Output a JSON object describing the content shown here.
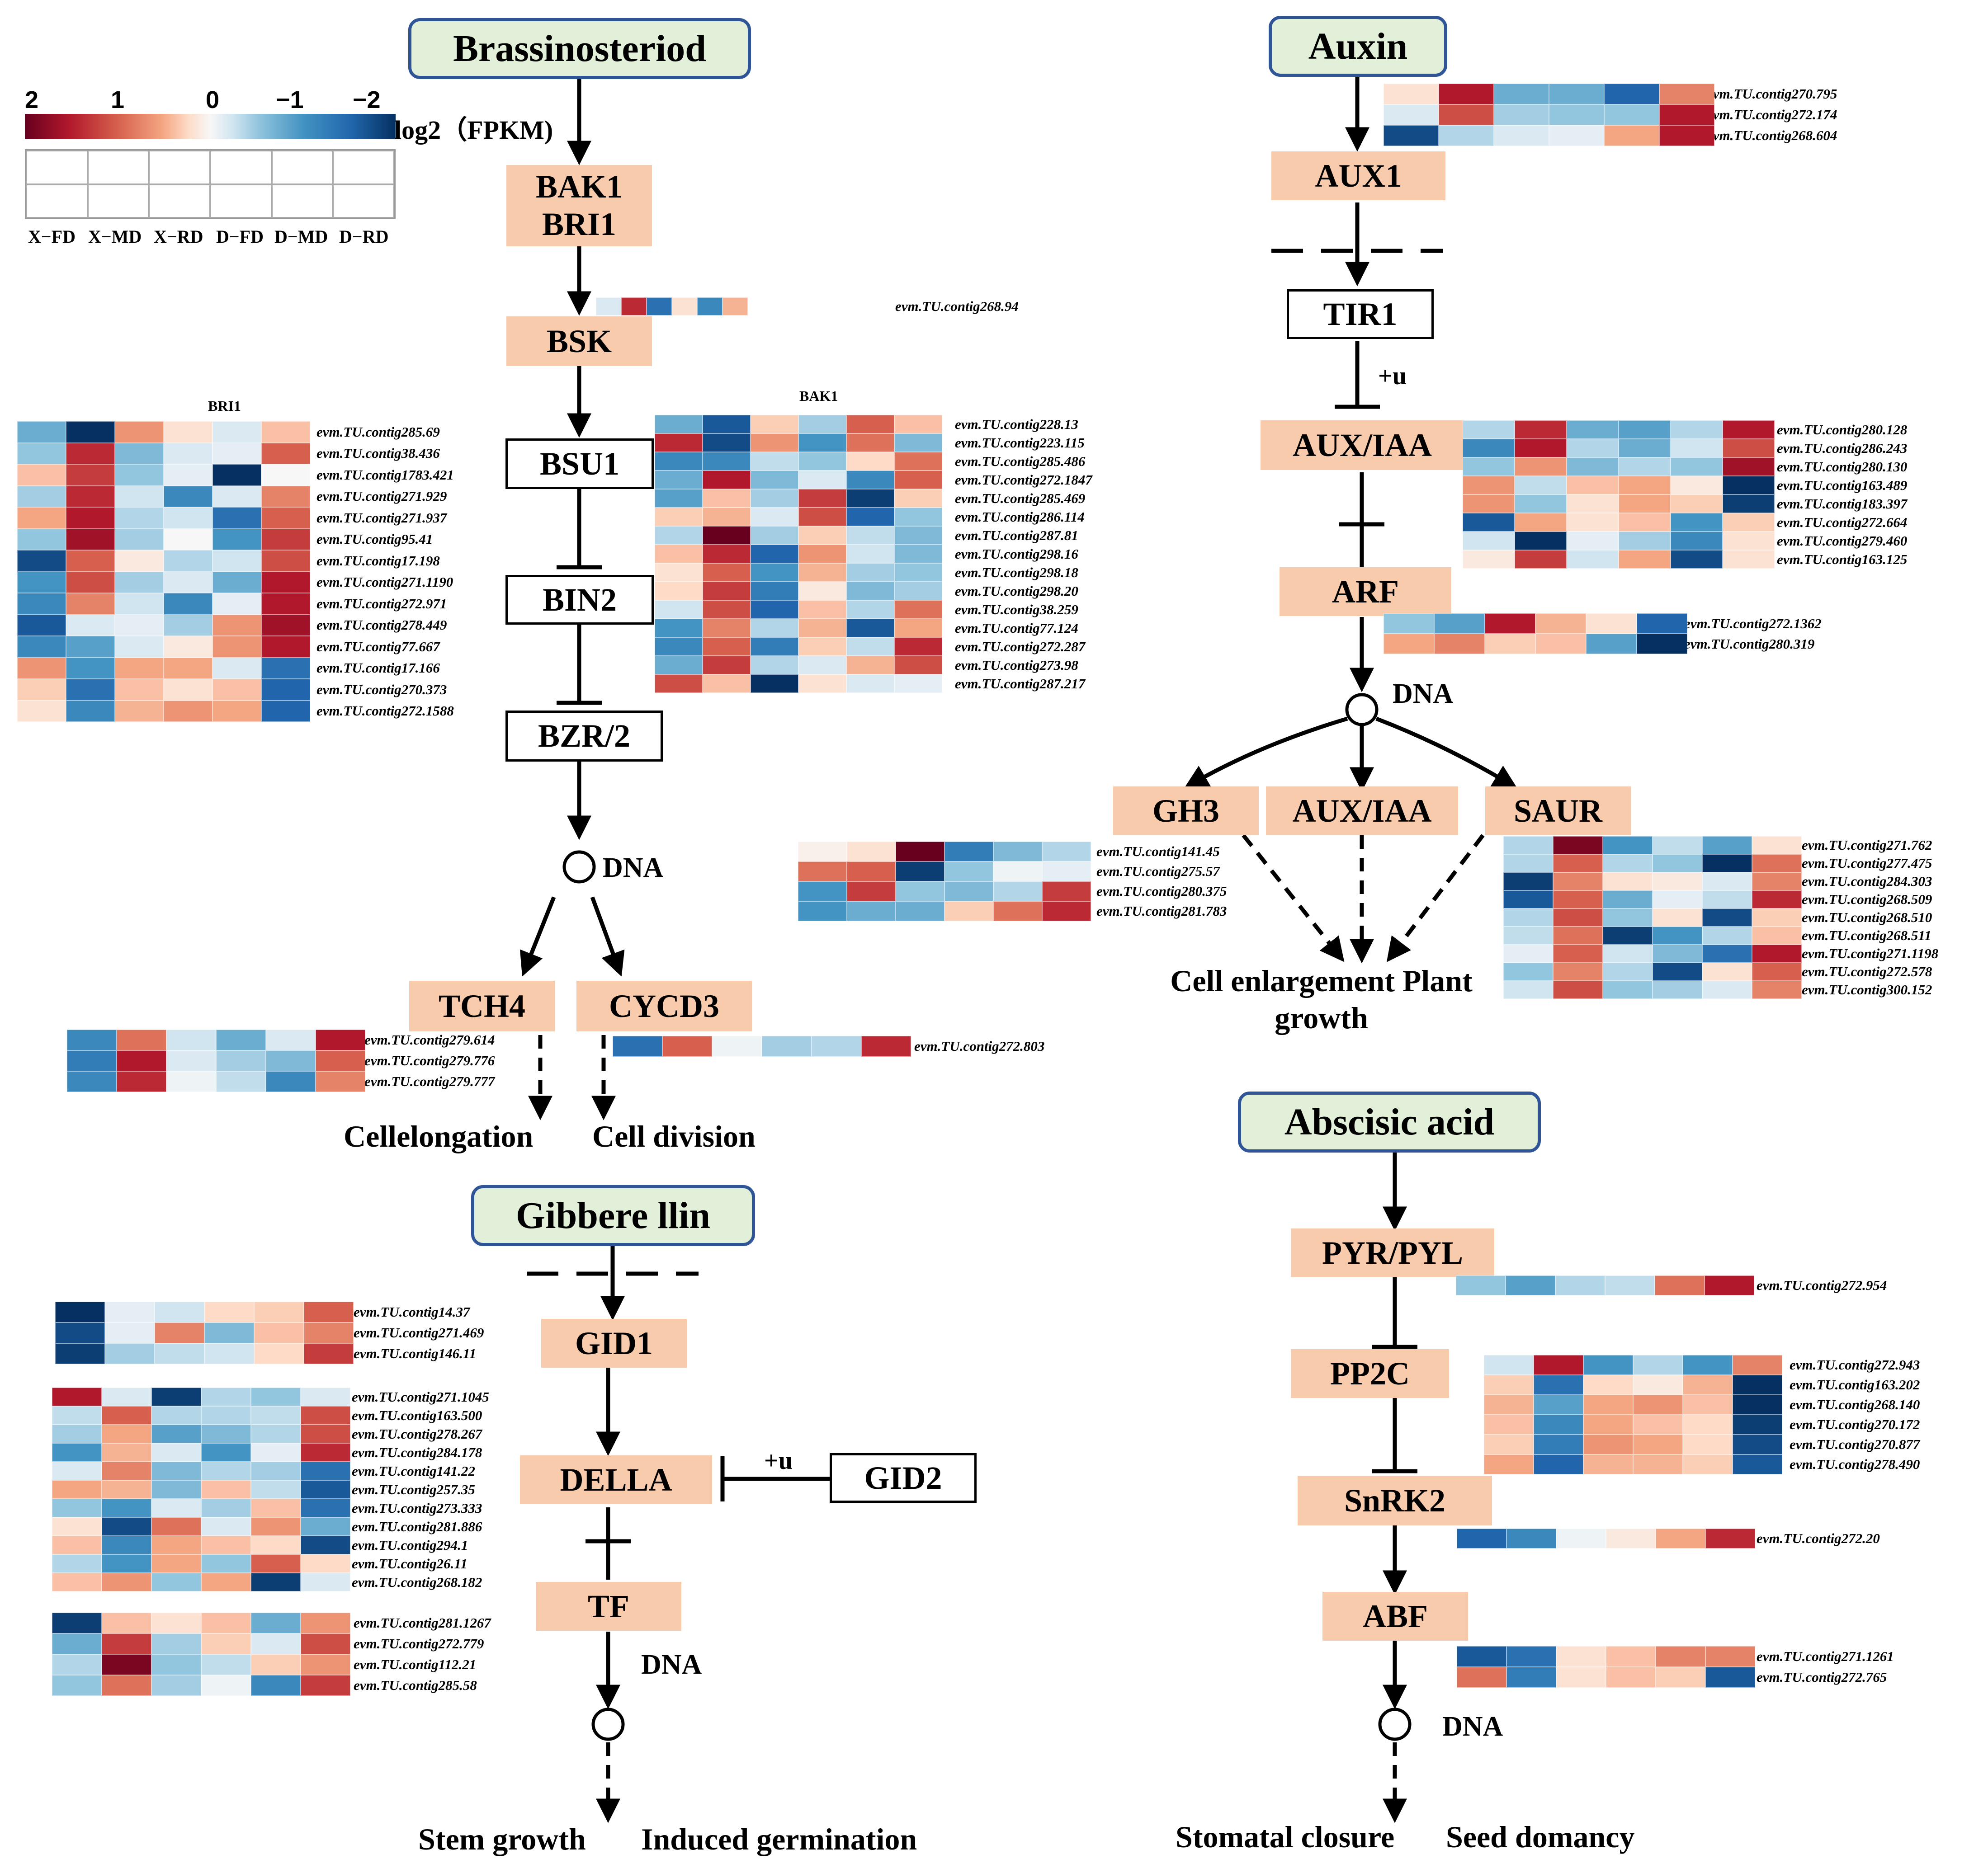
{
  "legend": {
    "ticks": [
      "2",
      "1",
      "0",
      "−1",
      "−2"
    ],
    "unit": "log2（FPKM)",
    "columns": [
      "X−FD",
      "X−MD",
      "X−RD",
      "D−FD",
      "D−MD",
      "D−RD"
    ]
  },
  "pathways": {
    "brassinosteroid": {
      "title": "Brassinosteriod",
      "genes": [
        "BAK1",
        "BRI1",
        "BSK",
        "BSU1",
        "BIN2",
        "BZR/2",
        "TCH4",
        "CYCD3"
      ],
      "dna": "DNA",
      "outcomes": [
        "Cellelongation",
        "Cell division"
      ]
    },
    "auxin": {
      "title": "Auxin",
      "genes": [
        "AUX1",
        "TIR1",
        "AUX/IAA",
        "ARF",
        "GH3",
        "AUX/IAA",
        "SAUR"
      ],
      "ubiquitin": "+u",
      "dna": "DNA",
      "outcome": "Cell enlargement Plant growth"
    },
    "gibberellin": {
      "title": "Gibbere llin",
      "genes": [
        "GID1",
        "DELLA",
        "GID2",
        "TF"
      ],
      "ubiquitin": "+u",
      "dna": "DNA",
      "outcomes": [
        "Stem growth",
        "Induced germination"
      ]
    },
    "abscisic_acid": {
      "title": "Abscisic acid",
      "genes": [
        "PYR/PYL",
        "PP2C",
        "SnRK2",
        "ABF"
      ],
      "dna": "DNA",
      "outcomes": [
        "Stomatal closure",
        "Seed domancy"
      ]
    }
  },
  "heatmaps": [
    {
      "id": "bsk",
      "title": "",
      "labels": [
        "evm.TU.contig268.94"
      ],
      "values": [
        [
          -0.3,
          1.5,
          -1.5,
          0.3,
          -1.3,
          0.7
        ]
      ]
    },
    {
      "id": "bri1",
      "title": "BRI1",
      "labels": [
        "evm.TU.contig285.69",
        "evm.TU.contig38.436",
        "evm.TU.contig1783.421",
        "evm.TU.contig271.929",
        "evm.TU.contig271.937",
        "evm.TU.contig95.41",
        "evm.TU.contig17.198",
        "evm.TU.contig271.1190",
        "evm.TU.contig272.971",
        "evm.TU.contig278.449",
        "evm.TU.contig77.667",
        "evm.TU.contig17.166",
        "evm.TU.contig270.373",
        "evm.TU.contig272.1588"
      ],
      "values": [
        [
          -1.0,
          -2.0,
          0.9,
          0.3,
          -0.3,
          0.6
        ],
        [
          -0.8,
          1.5,
          -0.9,
          -0.3,
          -0.2,
          1.2
        ],
        [
          0.6,
          1.4,
          -0.8,
          -0.2,
          -2.0,
          0.0
        ],
        [
          -0.7,
          1.5,
          -0.4,
          -1.3,
          -0.3,
          1.0
        ],
        [
          0.8,
          1.6,
          -0.6,
          -0.4,
          -1.5,
          1.2
        ],
        [
          -0.8,
          1.7,
          -0.7,
          0.0,
          -1.2,
          1.4
        ],
        [
          -1.8,
          1.2,
          0.2,
          -0.6,
          -0.4,
          1.3
        ],
        [
          -1.2,
          1.3,
          -0.7,
          -0.3,
          -1.0,
          1.6
        ],
        [
          -1.3,
          1.0,
          -0.4,
          -1.3,
          -0.2,
          1.6
        ],
        [
          -1.7,
          -0.3,
          -0.2,
          -0.7,
          0.9,
          1.7
        ],
        [
          -1.3,
          -1.1,
          -0.3,
          0.2,
          0.9,
          1.6
        ],
        [
          0.9,
          -1.2,
          0.8,
          0.8,
          -0.3,
          -1.5
        ],
        [
          0.5,
          -1.5,
          0.6,
          0.3,
          0.6,
          -1.6
        ],
        [
          0.3,
          -1.3,
          0.7,
          0.9,
          0.8,
          -1.6
        ]
      ]
    },
    {
      "id": "bak1",
      "title": "BAK1",
      "labels": [
        "evm.TU.contig228.13",
        "evm.TU.contig223.115",
        "evm.TU.contig285.486",
        "evm.TU.contig272.1847",
        "evm.TU.contig285.469",
        "evm.TU.contig286.114",
        "evm.TU.contig287.81",
        "evm.TU.contig298.16",
        "evm.TU.contig298.18",
        "evm.TU.contig298.20",
        "evm.TU.contig38.259",
        "evm.TU.contig77.124",
        "evm.TU.contig272.287",
        "evm.TU.contig273.98",
        "evm.TU.contig287.217"
      ],
      "values": [
        [
          -1.0,
          -1.7,
          0.5,
          -0.7,
          1.2,
          0.6
        ],
        [
          1.5,
          -1.8,
          0.9,
          -1.2,
          1.1,
          -0.9
        ],
        [
          -1.3,
          -1.3,
          -0.5,
          -0.8,
          0.4,
          1.1
        ],
        [
          -1.0,
          1.6,
          -0.9,
          -0.3,
          -1.3,
          1.2
        ],
        [
          -1.1,
          0.6,
          -0.7,
          1.4,
          -1.9,
          0.5
        ],
        [
          0.5,
          0.7,
          -0.3,
          1.3,
          -1.6,
          -0.8
        ],
        [
          -0.6,
          2.0,
          -0.7,
          0.5,
          -0.5,
          -0.9
        ],
        [
          0.6,
          1.5,
          -1.6,
          0.9,
          -0.4,
          -0.9
        ],
        [
          0.3,
          1.2,
          -1.2,
          0.7,
          -0.7,
          -0.8
        ],
        [
          0.4,
          1.4,
          -1.4,
          0.2,
          -0.9,
          -0.7
        ],
        [
          -0.4,
          1.3,
          -1.6,
          0.6,
          -0.6,
          1.1
        ],
        [
          -1.2,
          1.0,
          -0.6,
          0.7,
          -1.7,
          0.8
        ],
        [
          -1.3,
          1.2,
          -1.4,
          0.5,
          -0.5,
          1.5
        ],
        [
          -1.0,
          1.4,
          -0.6,
          -0.3,
          0.7,
          1.3
        ],
        [
          1.3,
          0.6,
          -2.0,
          0.3,
          -0.3,
          -0.2
        ]
      ]
    },
    {
      "id": "tch4",
      "title": "",
      "labels": [
        "evm.TU.contig279.614",
        "evm.TU.contig279.776",
        "evm.TU.contig279.777"
      ],
      "values": [
        [
          -1.3,
          1.1,
          -0.4,
          -1.0,
          -0.3,
          1.6
        ],
        [
          -1.4,
          1.6,
          -0.3,
          -0.7,
          -0.9,
          1.2
        ],
        [
          -1.3,
          1.5,
          -0.1,
          -0.5,
          -1.3,
          1.0
        ]
      ]
    },
    {
      "id": "cycd3",
      "title": "",
      "labels": [
        "evm.TU.contig272.803"
      ],
      "values": [
        [
          -1.5,
          1.2,
          -0.1,
          -0.7,
          -0.6,
          1.5
        ]
      ]
    },
    {
      "id": "aux1",
      "title": "",
      "labels": [
        "evm.TU.contig270.795",
        "evm.TU.contig272.174",
        "evm.TU.contig268.604"
      ],
      "values": [
        [
          0.3,
          1.6,
          -1.0,
          -1.0,
          -1.6,
          1.0
        ],
        [
          -0.3,
          1.3,
          -0.7,
          -0.8,
          -0.8,
          1.6
        ],
        [
          -1.8,
          -0.6,
          -0.3,
          -0.2,
          0.8,
          1.6
        ]
      ]
    },
    {
      "id": "auxiaa1",
      "title": "",
      "labels": [
        "evm.TU.contig280.128",
        "evm.TU.contig286.243",
        "evm.TU.contig280.130",
        "evm.TU.contig163.489",
        "evm.TU.contig183.397",
        "evm.TU.contig272.664",
        "evm.TU.contig279.460",
        "evm.TU.contig163.125"
      ],
      "values": [
        [
          -0.6,
          1.5,
          -1.0,
          -1.1,
          -0.6,
          1.6
        ],
        [
          -1.3,
          1.6,
          -0.6,
          -1.0,
          -0.4,
          1.3
        ],
        [
          -0.8,
          0.9,
          -0.9,
          -0.6,
          -0.8,
          1.7
        ],
        [
          0.9,
          -0.5,
          0.6,
          0.8,
          0.2,
          -2.0
        ],
        [
          0.9,
          -0.8,
          0.3,
          0.8,
          0.5,
          -1.9
        ],
        [
          -1.7,
          0.8,
          0.3,
          0.6,
          -1.2,
          0.5
        ],
        [
          -0.4,
          -2.0,
          -0.2,
          -0.7,
          -1.3,
          0.3
        ],
        [
          0.2,
          1.4,
          -0.4,
          0.8,
          -1.8,
          0.3
        ]
      ]
    },
    {
      "id": "arf",
      "title": "",
      "labels": [
        "evm.TU.contig272.1362",
        "evm.TU.contig280.319"
      ],
      "values": [
        [
          -0.8,
          -1.1,
          1.6,
          0.7,
          0.3,
          -1.6
        ],
        [
          0.8,
          1.0,
          0.5,
          0.6,
          -1.1,
          -2.0
        ]
      ]
    },
    {
      "id": "gh3",
      "title": "",
      "labels": [
        "evm.TU.contig141.45",
        "evm.TU.contig275.57",
        "evm.TU.contig280.375",
        "evm.TU.contig281.783"
      ],
      "values": [
        [
          0.1,
          0.3,
          2.0,
          -1.4,
          -0.9,
          -0.6
        ],
        [
          1.1,
          1.2,
          -1.9,
          -0.8,
          -0.1,
          -0.2
        ],
        [
          -1.2,
          1.4,
          -0.8,
          -0.9,
          -0.6,
          1.4
        ],
        [
          -1.2,
          -1.0,
          -1.0,
          0.5,
          1.1,
          1.5
        ]
      ]
    },
    {
      "id": "saur",
      "title": "",
      "labels": [
        "evm.TU.contig271.762",
        "evm.TU.contig277.475",
        "evm.TU.contig284.303",
        "evm.TU.contig268.509",
        "evm.TU.contig268.510",
        "evm.TU.contig268.511",
        "evm.TU.contig271.1198",
        "evm.TU.contig272.578",
        "evm.TU.contig300.152"
      ],
      "values": [
        [
          -0.6,
          1.9,
          -1.2,
          -0.5,
          -1.1,
          0.3
        ],
        [
          -0.6,
          1.2,
          -0.6,
          -0.8,
          -2.0,
          1.1
        ],
        [
          -1.9,
          1.0,
          0.3,
          0.2,
          -0.3,
          1.0
        ],
        [
          -1.7,
          1.2,
          -1.0,
          -0.2,
          -0.5,
          1.5
        ],
        [
          -0.6,
          1.3,
          -0.8,
          0.3,
          -1.8,
          0.5
        ],
        [
          -0.5,
          1.1,
          -1.9,
          -1.2,
          -0.6,
          0.6
        ],
        [
          -0.2,
          1.2,
          -0.4,
          -0.9,
          -1.5,
          1.6
        ],
        [
          -0.8,
          1.0,
          -0.6,
          -1.8,
          0.3,
          1.2
        ],
        [
          -0.4,
          1.3,
          -0.8,
          -0.7,
          -0.3,
          1.0
        ]
      ]
    },
    {
      "id": "gid1a",
      "title": "",
      "labels": [
        "evm.TU.contig14.37",
        "evm.TU.contig271.469",
        "evm.TU.contig146.11"
      ],
      "values": [
        [
          -2.0,
          -0.2,
          -0.4,
          0.4,
          0.5,
          1.2
        ],
        [
          -1.8,
          -0.2,
          1.0,
          -0.9,
          0.6,
          1.0
        ],
        [
          -1.9,
          -0.7,
          -0.5,
          -0.4,
          0.4,
          1.4
        ]
      ]
    },
    {
      "id": "della",
      "title": "",
      "labels": [
        "evm.TU.contig271.1045",
        "evm.TU.contig163.500",
        "evm.TU.contig278.267",
        "evm.TU.contig284.178",
        "evm.TU.contig141.22",
        "evm.TU.contig257.35",
        "evm.TU.contig273.333",
        "evm.TU.contig281.886",
        "evm.TU.contig294.1",
        "evm.TU.contig26.11",
        "evm.TU.contig268.182"
      ],
      "values": [
        [
          1.6,
          -0.3,
          -1.9,
          -0.6,
          -0.8,
          -0.3
        ],
        [
          -0.5,
          1.2,
          -0.6,
          -0.6,
          -0.5,
          1.3
        ],
        [
          -0.7,
          0.8,
          -1.1,
          -0.9,
          -0.6,
          1.3
        ],
        [
          -1.2,
          0.7,
          -0.3,
          -1.2,
          -0.2,
          1.5
        ],
        [
          -0.3,
          1.0,
          -0.9,
          -0.6,
          -0.7,
          -1.5
        ],
        [
          0.8,
          0.7,
          -0.9,
          0.6,
          -0.5,
          -1.7
        ],
        [
          -0.8,
          -1.2,
          -0.3,
          -0.7,
          0.6,
          -1.5
        ],
        [
          0.3,
          -1.8,
          1.1,
          -0.3,
          0.9,
          -1.0
        ],
        [
          0.6,
          -1.3,
          0.8,
          0.6,
          0.4,
          -1.8
        ],
        [
          -0.6,
          -1.2,
          0.8,
          -0.8,
          1.2,
          0.4
        ],
        [
          0.6,
          0.9,
          -0.8,
          0.8,
          -1.9,
          -0.3
        ]
      ]
    },
    {
      "id": "tf",
      "title": "",
      "labels": [
        "evm.TU.contig281.1267",
        "evm.TU.contig272.779",
        "evm.TU.contig112.21",
        "evm.TU.contig285.58"
      ],
      "values": [
        [
          -1.9,
          0.6,
          0.3,
          0.6,
          -1.0,
          0.9
        ],
        [
          -1.0,
          1.4,
          -0.7,
          0.5,
          -0.3,
          1.3
        ],
        [
          -0.6,
          1.9,
          -0.8,
          -0.5,
          0.5,
          0.9
        ],
        [
          -0.8,
          1.1,
          -0.7,
          -0.1,
          -1.3,
          1.4
        ]
      ]
    },
    {
      "id": "pyr",
      "title": "",
      "labels": [
        "evm.TU.contig272.954"
      ],
      "values": [
        [
          -0.8,
          -1.1,
          -0.6,
          -0.5,
          1.1,
          1.6
        ]
      ]
    },
    {
      "id": "pp2c",
      "title": "",
      "labels": [
        "evm.TU.contig272.943",
        "evm.TU.contig163.202",
        "evm.TU.contig268.140",
        "evm.TU.contig270.172",
        "evm.TU.contig270.877",
        "evm.TU.contig278.490"
      ],
      "values": [
        [
          -0.4,
          1.6,
          -1.2,
          -0.6,
          -1.2,
          1.0
        ],
        [
          0.5,
          -1.5,
          0.4,
          0.2,
          0.7,
          -2.0
        ],
        [
          0.7,
          -1.1,
          0.8,
          0.9,
          0.6,
          -2.0
        ],
        [
          0.6,
          -1.3,
          0.8,
          0.6,
          0.4,
          -1.9
        ],
        [
          0.5,
          -1.4,
          0.9,
          0.8,
          0.4,
          -1.8
        ],
        [
          0.8,
          -1.6,
          0.7,
          0.7,
          0.5,
          -1.7
        ]
      ]
    },
    {
      "id": "snrk2",
      "title": "",
      "labels": [
        "evm.TU.contig272.20"
      ],
      "values": [
        [
          -1.6,
          -1.3,
          -0.1,
          0.2,
          0.8,
          1.5
        ]
      ]
    },
    {
      "id": "abf",
      "title": "",
      "labels": [
        "evm.TU.contig271.1261",
        "evm.TU.contig272.765"
      ],
      "values": [
        [
          -1.7,
          -1.5,
          0.3,
          0.6,
          1.0,
          1.0
        ],
        [
          1.1,
          -1.4,
          0.3,
          0.6,
          0.5,
          -1.7
        ]
      ]
    }
  ],
  "colors": {
    "title_fill": "#e2f0d9",
    "title_border": "#2f5597",
    "gene_fill": "#f8cbad",
    "scale": [
      "#053061",
      "#2166ac",
      "#4393c3",
      "#92c5de",
      "#d1e5f0",
      "#f7f7f7",
      "#fddbc7",
      "#f4a582",
      "#d6604d",
      "#b2182b",
      "#67001f"
    ]
  }
}
